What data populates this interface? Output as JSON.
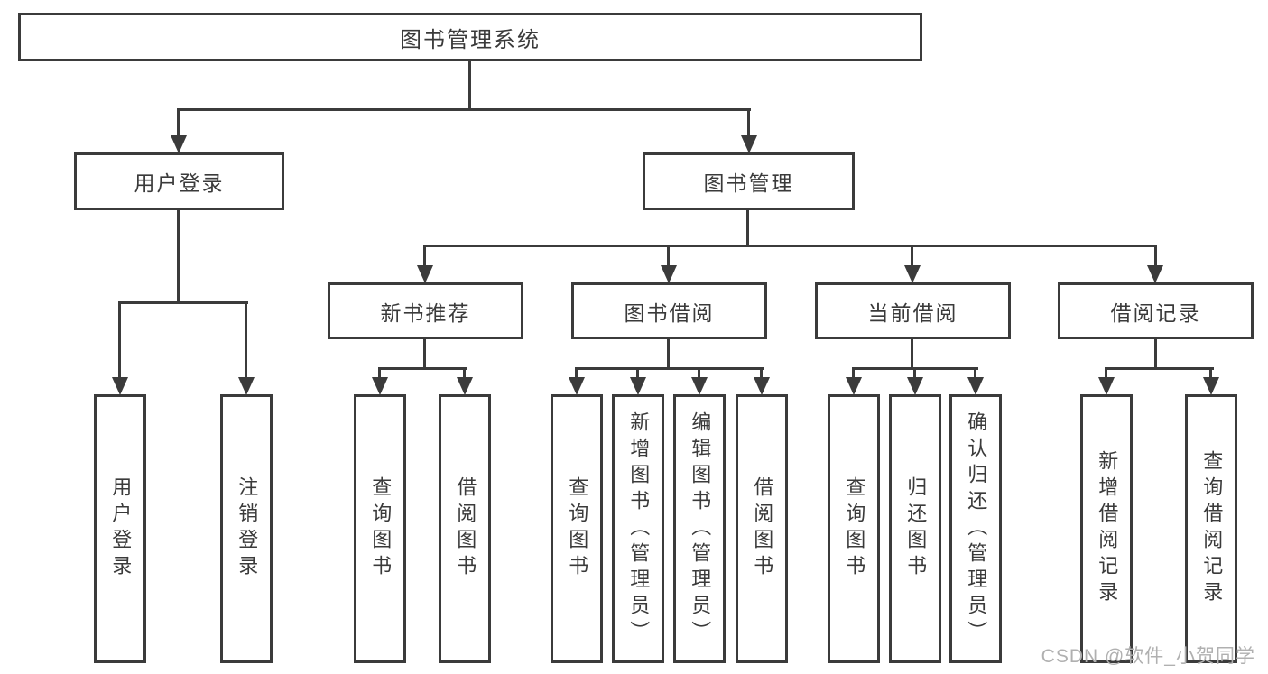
{
  "nodes": {
    "root": "图书管理系统",
    "user_login": "用户登录",
    "book_management": "图书管理",
    "new_book_recommend": "新书推荐",
    "book_borrow": "图书借阅",
    "current_borrow": "当前借阅",
    "borrow_record": "借阅记录",
    "leaf_user_login": "用户登录",
    "leaf_logout": "注销登录",
    "leaf_nbr_query_book": "查询图书",
    "leaf_nbr_borrow_book": "借阅图书",
    "leaf_bb_query_book": "查询图书",
    "leaf_bb_add_book": "新增图书（管理员）",
    "leaf_bb_edit_book": "编辑图书（管理员）",
    "leaf_bb_borrow_book": "借阅图书",
    "leaf_cb_query_book": "查询图书",
    "leaf_cb_return_book": "归还图书",
    "leaf_cb_confirm_return": "确认归还（管理员）",
    "leaf_br_add_record": "新增借阅记录",
    "leaf_br_query_record": "查询借阅记录"
  },
  "structure": {
    "图书管理系统": {
      "用户登录": [
        "用户登录",
        "注销登录"
      ],
      "图书管理": {
        "新书推荐": [
          "查询图书",
          "借阅图书"
        ],
        "图书借阅": [
          "查询图书",
          "新增图书（管理员）",
          "编辑图书（管理员）",
          "借阅图书"
        ],
        "当前借阅": [
          "查询图书",
          "归还图书",
          "确认归还（管理员）"
        ],
        "借阅记录": [
          "新增借阅记录",
          "查询借阅记录"
        ]
      }
    }
  },
  "colors": {
    "line": "#3b3b3b",
    "text": "#3a3a3a",
    "watermark": "#b0b0b0",
    "background": "#ffffff"
  },
  "watermark": "CSDN @软件_小贺同学"
}
